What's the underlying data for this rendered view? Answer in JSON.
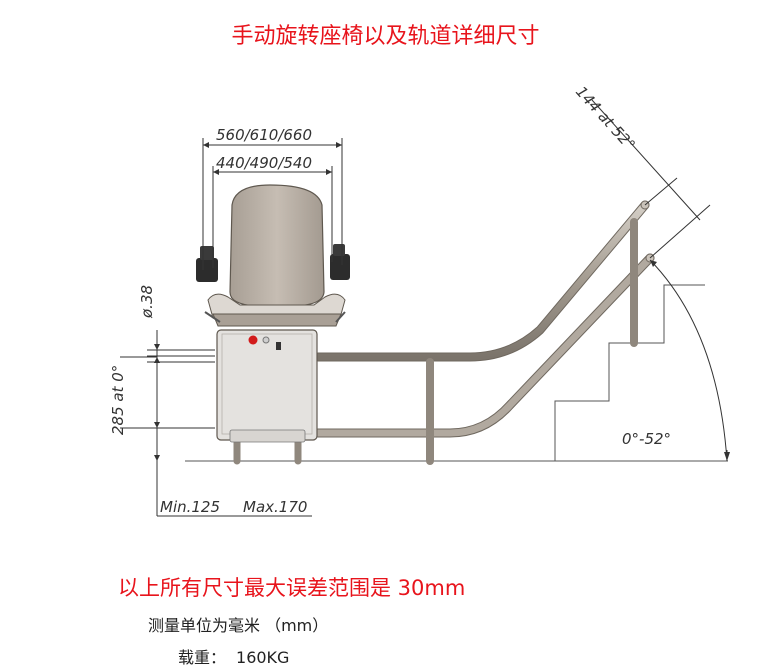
{
  "title": "手动旋转座椅以及轨道详细尺寸",
  "dimensions": {
    "seat_outer_width": "560/610/660",
    "seat_inner_width": "440/490/540",
    "rail_section": "144 at 52°",
    "rail_diameter": "ø.38",
    "seat_height": "285 at 0°",
    "incline_range": "0°-52°",
    "min_clearance": "Min.125",
    "max_clearance": "Max.170"
  },
  "notes": {
    "tolerance": "以上所有尺寸最大误差范围是 30mm",
    "unit": "测量单位为毫米 （mm）",
    "load_label": "载重：",
    "load_value": "160KG"
  },
  "colors": {
    "title_red": "#e8141c",
    "rail": "#9c948a",
    "seat": "#b9b0a6",
    "dimension_line": "#333333"
  }
}
